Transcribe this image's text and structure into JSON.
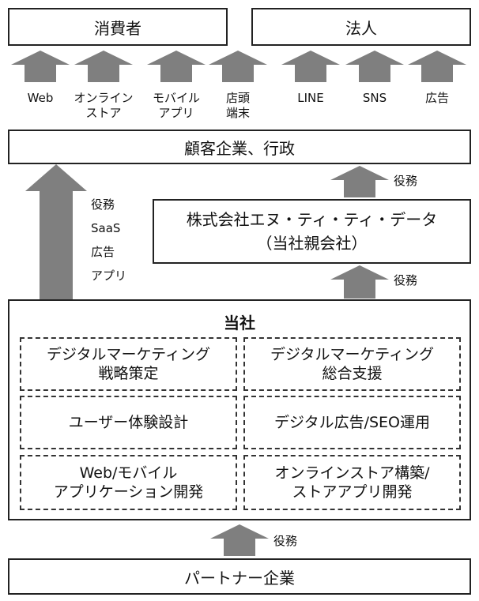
{
  "top": {
    "consumer": "消費者",
    "corporation": "法人"
  },
  "channels": [
    {
      "line1": "Web",
      "line2": ""
    },
    {
      "line1": "オンライン",
      "line2": "ストア"
    },
    {
      "line1": "モバイル",
      "line2": "アプリ"
    },
    {
      "line1": "店頭",
      "line2": "端末"
    },
    {
      "line1": "LINE",
      "line2": ""
    },
    {
      "line1": "SNS",
      "line2": ""
    },
    {
      "line1": "広告",
      "line2": ""
    }
  ],
  "clients": "顧客企業、行政",
  "parent": {
    "line1": "株式会社エヌ・ティ・ティ・データ",
    "line2": "（当社親会社）"
  },
  "flows": {
    "service": "役務",
    "left_labels": [
      "役務",
      "SaaS",
      "広告",
      "アプリ"
    ]
  },
  "company": {
    "title": "当社",
    "services": [
      {
        "line1": "デジタルマーケティング",
        "line2": "戦略策定"
      },
      {
        "line1": "デジタルマーケティング",
        "line2": "総合支援"
      },
      {
        "line1": "ユーザー体験設計",
        "line2": ""
      },
      {
        "line1": "デジタル広告/SEO運用",
        "line2": ""
      },
      {
        "line1": "Web/モバイル",
        "line2": "アプリケーション開発"
      },
      {
        "line1": "オンラインストア構築/",
        "line2": "ストアアプリ開発"
      }
    ]
  },
  "partners": "パートナー企業",
  "colors": {
    "arrow": "#7f7f7f",
    "border": "#222222"
  }
}
